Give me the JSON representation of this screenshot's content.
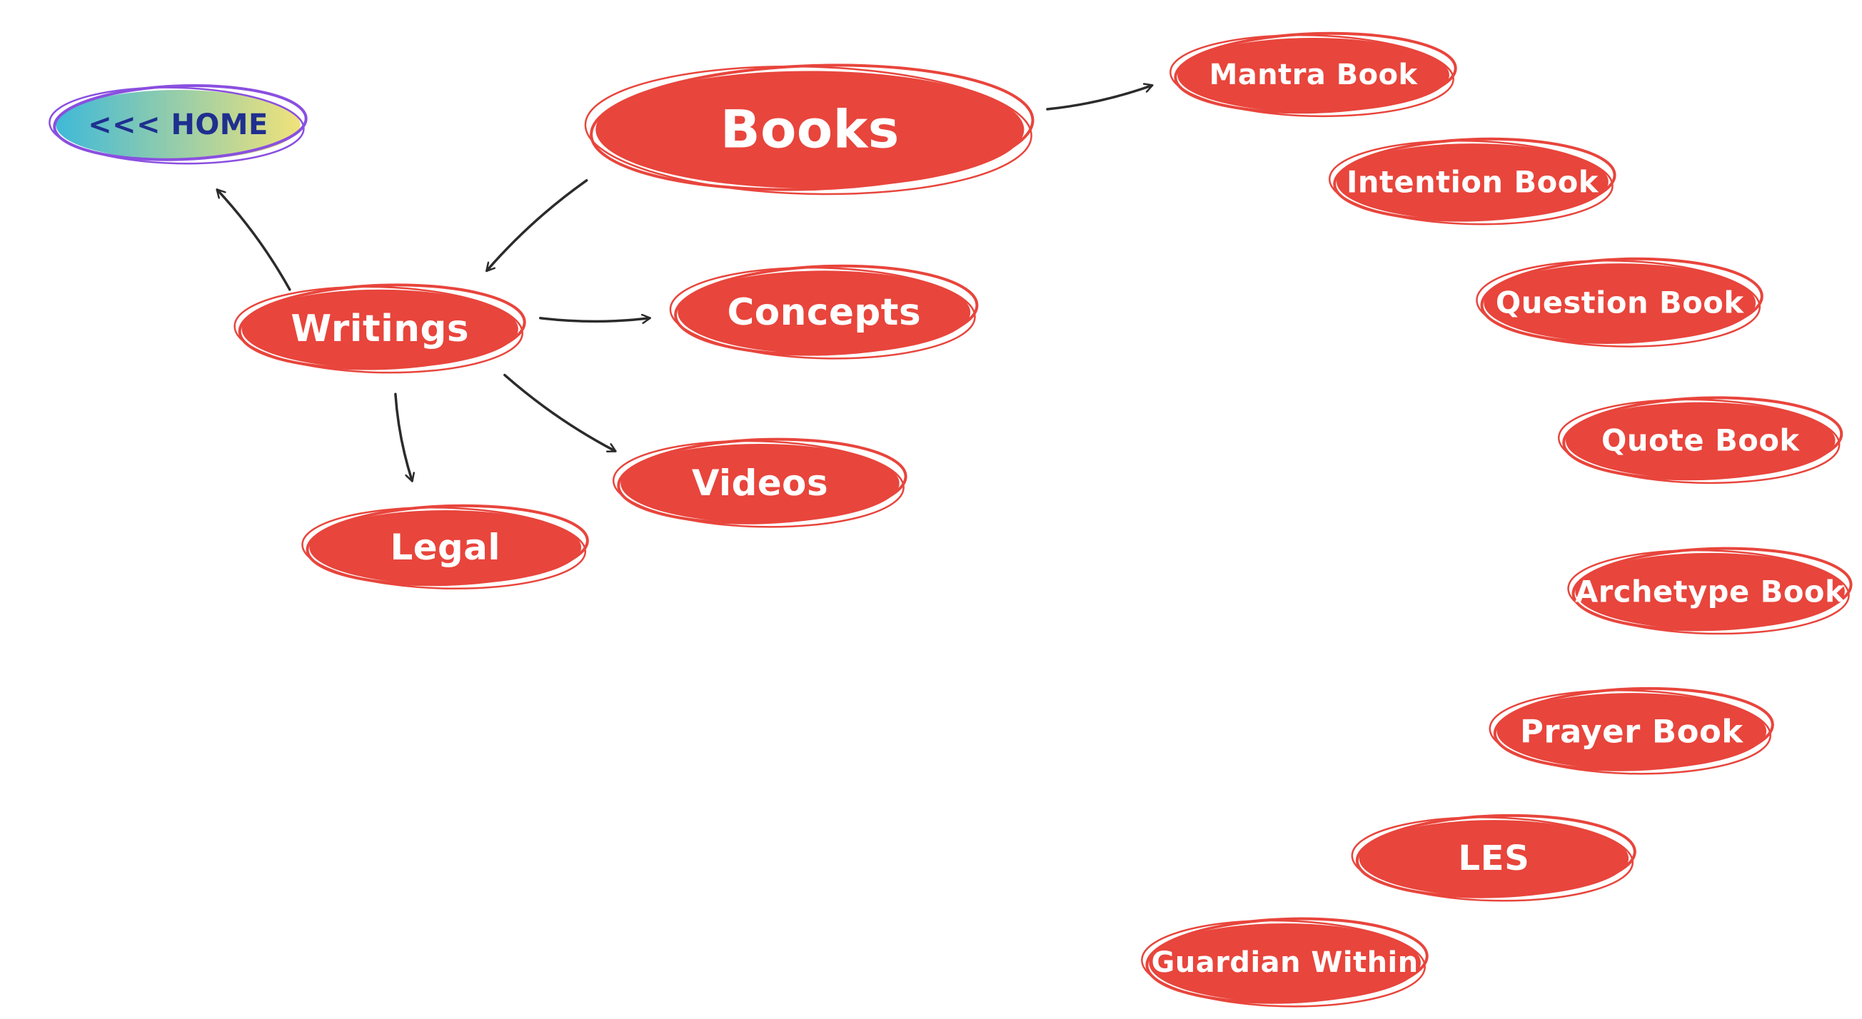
{
  "colors": {
    "node_fill": "#e8453c",
    "node_text": "#ffffff",
    "arrow": "#2b2b2b",
    "home_gradient_start": "#3fb9d8",
    "home_gradient_end": "#f0e27a",
    "home_outline": "#8a4fe0",
    "home_text": "#1f2f8f",
    "background": "#ffffff"
  },
  "nodes": {
    "home": {
      "label": "<<< HOME",
      "icon": "back-arrows"
    },
    "books": {
      "label": "Books"
    },
    "writings": {
      "label": "Writings"
    },
    "concepts": {
      "label": "Concepts"
    },
    "videos": {
      "label": "Videos"
    },
    "legal": {
      "label": "Legal"
    },
    "mantra_book": {
      "label": "Mantra Book"
    },
    "intention_book": {
      "label": "Intention Book"
    },
    "question_book": {
      "label": "Question Book"
    },
    "quote_book": {
      "label": "Quote Book"
    },
    "archetype_book": {
      "label": "Archetype Book"
    },
    "prayer_book": {
      "label": "Prayer Book"
    },
    "les": {
      "label": "LES"
    },
    "guardian_within": {
      "label": "Guardian Within"
    }
  },
  "edges": [
    {
      "from": "books",
      "to": "mantra_book"
    },
    {
      "from": "books",
      "to": "writings"
    },
    {
      "from": "writings",
      "to": "home"
    },
    {
      "from": "writings",
      "to": "concepts"
    },
    {
      "from": "writings",
      "to": "videos"
    },
    {
      "from": "writings",
      "to": "legal"
    }
  ]
}
